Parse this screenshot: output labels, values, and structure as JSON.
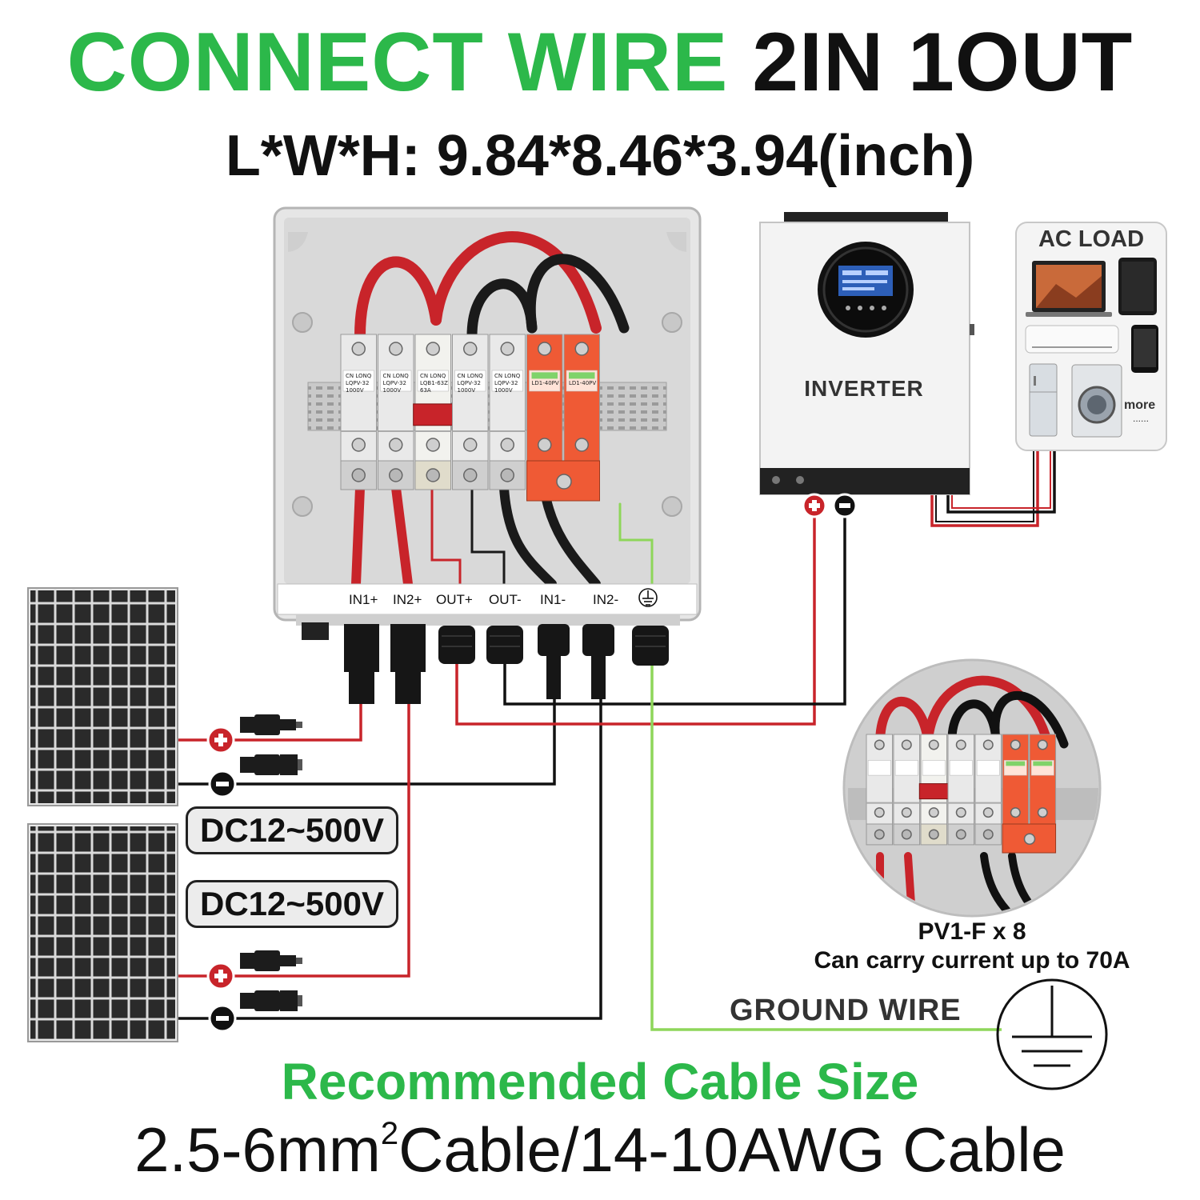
{
  "header": {
    "title_green": "CONNECT WIRE",
    "title_black": "2IN 1OUT",
    "dimensions": "L*W*H: 9.84*8.46*3.94(inch)"
  },
  "combiner_box": {
    "terminals": [
      "IN1+",
      "IN2+",
      "OUT+",
      "OUT-",
      "IN1-",
      "IN2-"
    ],
    "ground_symbol": "earth-ground-icon",
    "module_brand": "CN LONQ",
    "modules": [
      {
        "model": "LQPV-32",
        "rating": "1000V"
      },
      {
        "model": "LQPV-32",
        "rating": "1000V"
      },
      {
        "model": "LQB1-63Z",
        "rating": "63A"
      },
      {
        "model": "LQPV-32",
        "rating": "1000V"
      },
      {
        "model": "LQPV-32",
        "rating": "1000V"
      },
      {
        "model": "LD1-40PV",
        "rating": ""
      },
      {
        "model": "LD1-40PV",
        "rating": ""
      }
    ]
  },
  "inverter": {
    "label": "INVERTER"
  },
  "ac_load": {
    "title": "AC LOAD",
    "more_label": "more",
    "more_dots": "......",
    "devices": [
      "laptop-icon",
      "tablet-icon",
      "air-conditioner-icon",
      "phone-icon",
      "fridge-icon",
      "washing-machine-icon"
    ]
  },
  "solar_panels": {
    "voltage_1": "DC12~500V",
    "voltage_2": "DC12~500V"
  },
  "cable_note": {
    "line1": "PV1-F x 8",
    "line2": "Can carry current up to 70A"
  },
  "ground": {
    "label": "GROUND WIRE"
  },
  "recommendation": {
    "title": "Recommended Cable Size",
    "size_prefix": "2.5-6mm",
    "size_sup": "2",
    "size_suffix": "Cable/14-10AWG Cable"
  },
  "colors": {
    "accent_green": "#2cb84a",
    "wire_red": "#c8242a",
    "wire_black": "#111111",
    "ground_green": "#8ed65a",
    "spd_orange": "#ef5a35"
  }
}
